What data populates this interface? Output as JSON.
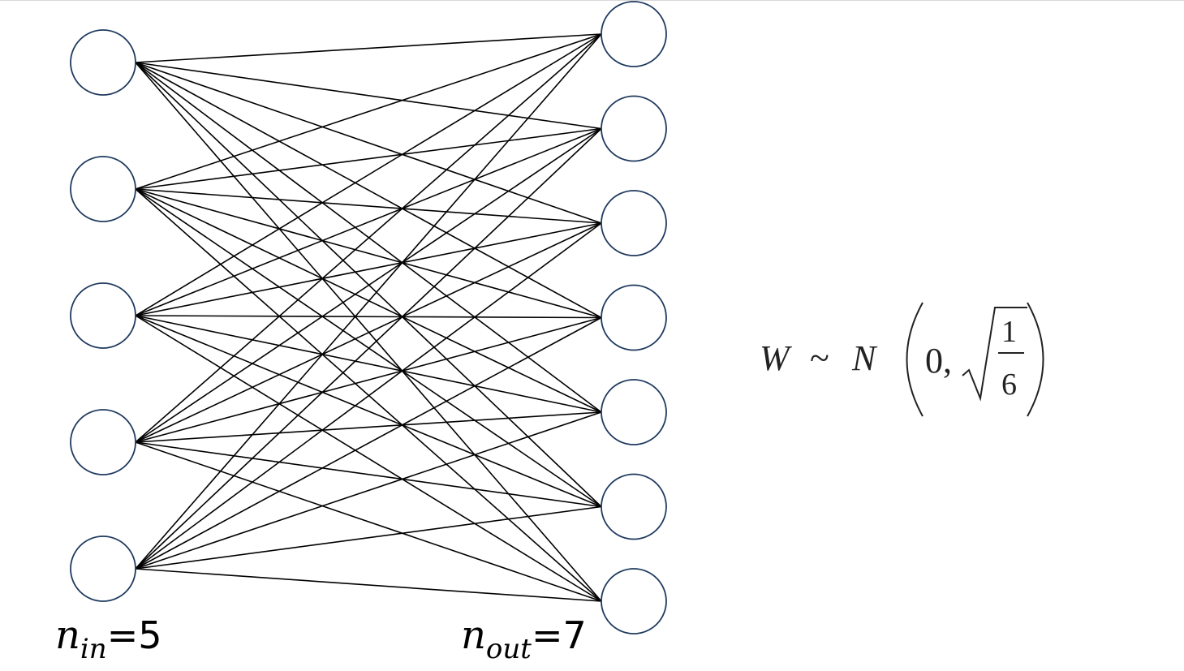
{
  "network": {
    "input_count": 5,
    "output_count": 7,
    "node_stroke_color": "#1f3a5f",
    "edge_color": "#000000"
  },
  "labels": {
    "input": {
      "var": "n",
      "sub": "in",
      "rest": "=5"
    },
    "output": {
      "var": "n",
      "sub": "out",
      "rest": "=7"
    }
  },
  "formula": {
    "lhs": "W",
    "relation": "~",
    "dist": "N",
    "mean": "0,",
    "numerator": "1",
    "denominator": "6"
  }
}
